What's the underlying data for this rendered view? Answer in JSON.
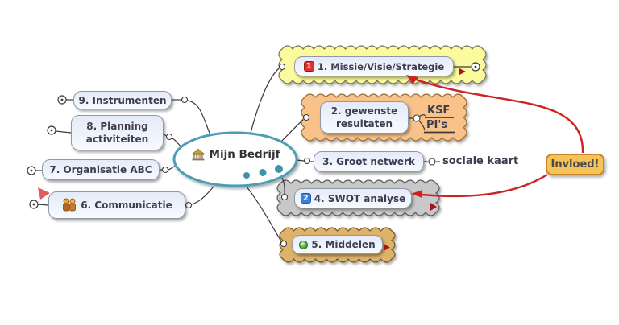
{
  "app": {
    "type": "mind-map"
  },
  "root": {
    "label": "Mijn Bedrijf",
    "icon": "bank-icon",
    "more_dots": 3
  },
  "nodes": {
    "n1": {
      "label": "1. Missie/Visie/Strategie",
      "badge": "1"
    },
    "n2": {
      "lines": [
        "2. gewenste",
        "resultaten"
      ]
    },
    "ksf": {
      "label": "KSF"
    },
    "pis": {
      "label": "PI's"
    },
    "n3": {
      "label": "3. Groot netwerk"
    },
    "sociale": {
      "label": "sociale kaart"
    },
    "n4": {
      "label": "4. SWOT analyse",
      "badge": "2"
    },
    "n5": {
      "label": "5. Middelen"
    },
    "n6": {
      "label": "6. Communicatie"
    },
    "n7": {
      "label": "7. Organisatie ABC"
    },
    "n8": {
      "lines": [
        "8. Planning",
        "activiteiten"
      ]
    },
    "n9": {
      "label": "9. Instrumenten"
    },
    "invloed": {
      "label": "Invloed!"
    }
  },
  "icons": {
    "root": "bank-icon",
    "n1": "priority-1-icon",
    "n4": "priority-2-icon",
    "n5": "green-ball-icon",
    "n6": "people-icon",
    "markers": "red-marker-icon",
    "links": "red-arrow-link"
  },
  "colors": {
    "cloud1": "#fbfb9e",
    "cloud1s": "#74744e",
    "cloud2": "#f9c289",
    "cloud2s": "#9c6b33",
    "cloud4": "#c8c8c8",
    "cloud4s": "#5a5a5a",
    "cloud5": "#ddb26a",
    "cloud5s": "#6f551f",
    "boxfill": "#e4eaf8",
    "boxfill2": "#f7faff",
    "boxborder": "#8f98a6",
    "text": "#3d3d52",
    "rootstroke": "#4d9db3",
    "dots": "#3f93a8",
    "edge": "#3a3a3a",
    "arrow": "#cc2222",
    "invloedbg": "#f6c357",
    "invloedborder": "#c8862c",
    "badge1": "#e03131",
    "badge2": "#3a7fd5"
  }
}
